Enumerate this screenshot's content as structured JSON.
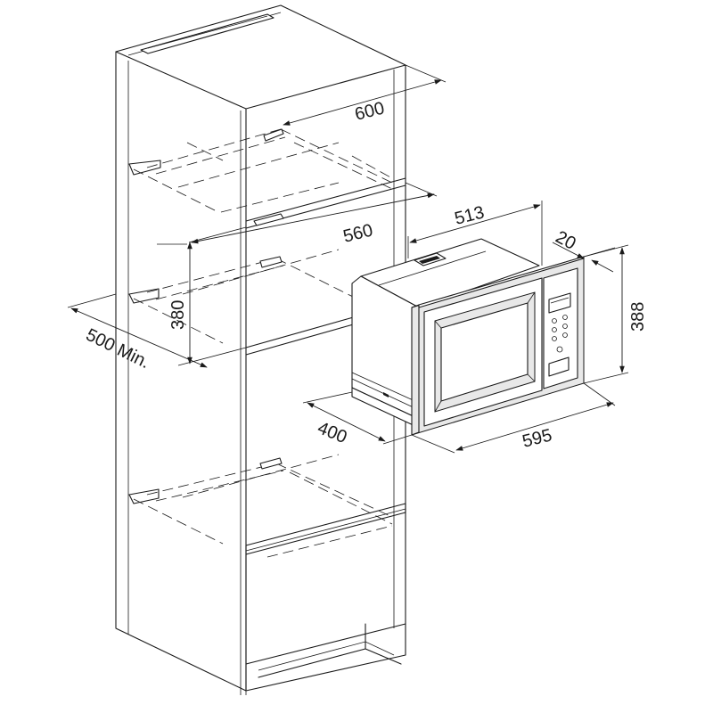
{
  "dimensions": {
    "cabinet_width": "600",
    "cabinet_inner_width": "560",
    "niche_height": "380",
    "cabinet_depth": "500 Min.",
    "oven_depth": "513",
    "frame_depth": "20",
    "oven_height": "388",
    "oven_width": "595",
    "body_depth": "400"
  },
  "colors": {
    "line": "#1a1a1a",
    "background": "#ffffff",
    "steel": "#e8e8e8"
  }
}
